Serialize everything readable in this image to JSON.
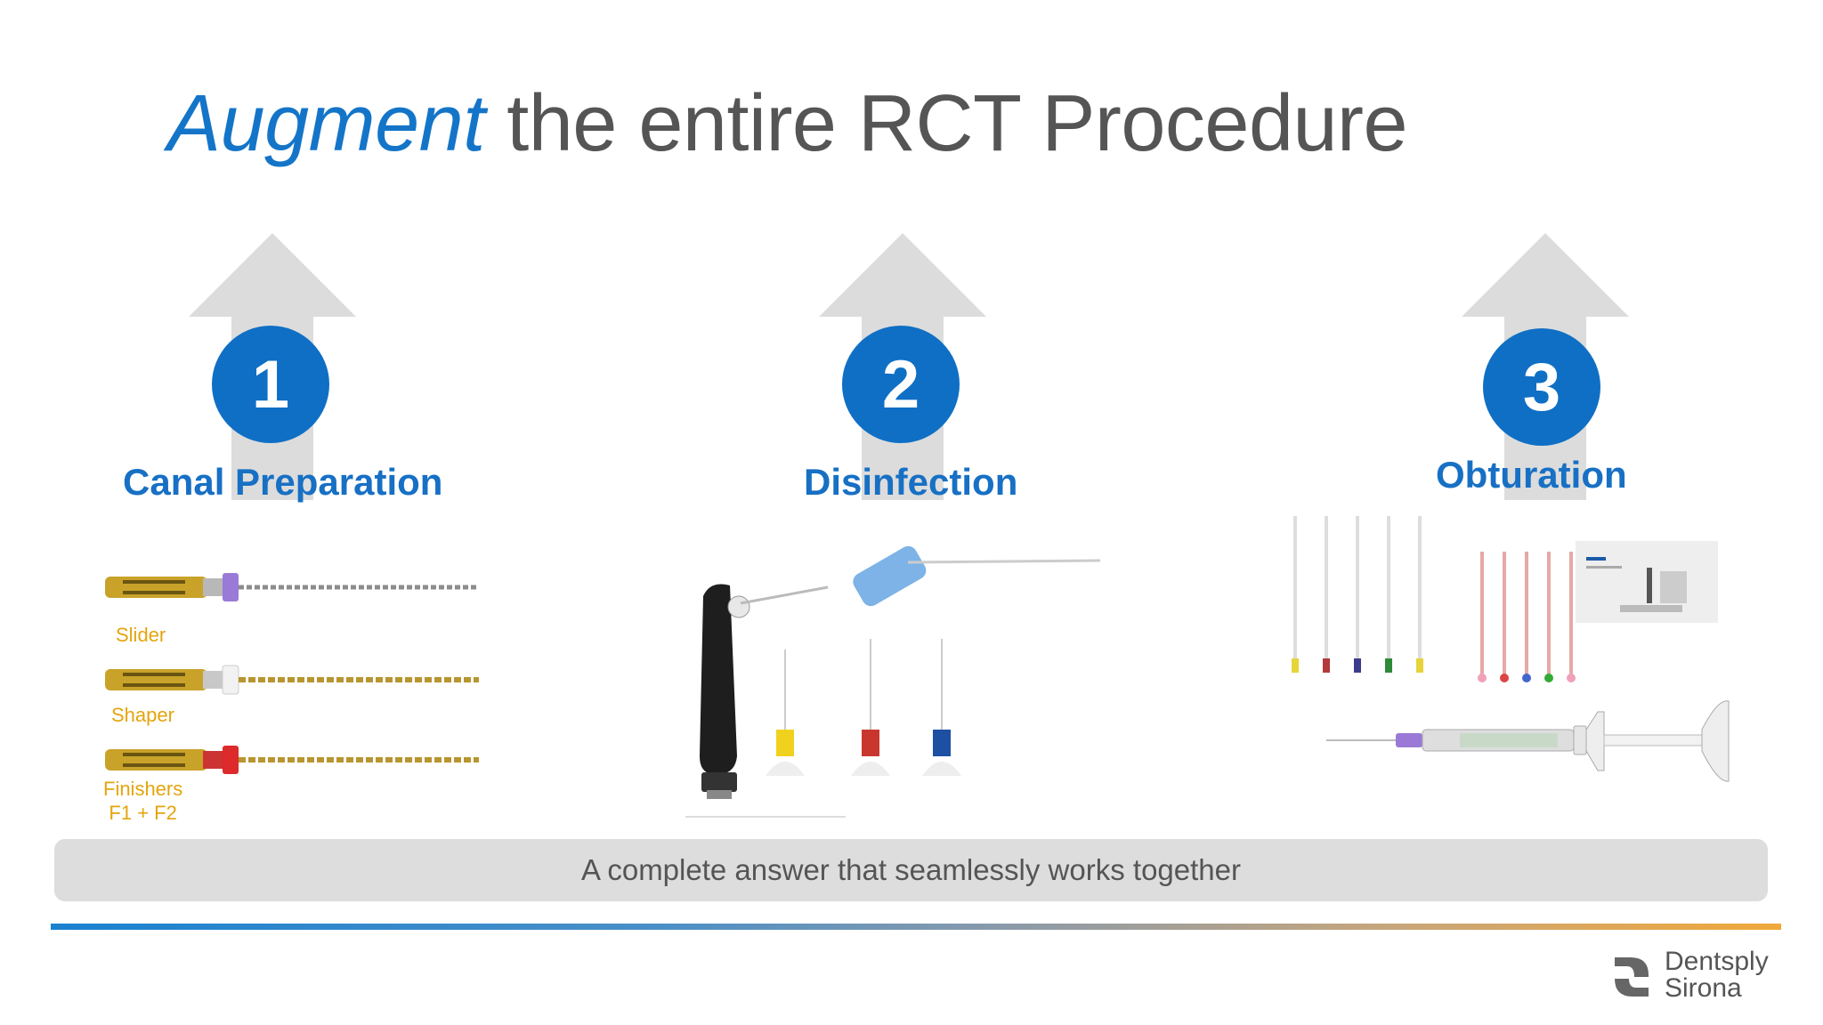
{
  "title": {
    "accent": "Augment",
    "rest": " the entire RCT Procedure"
  },
  "steps": [
    {
      "number": "1",
      "label": "Canal Preparation"
    },
    {
      "number": "2",
      "label": "Disinfection"
    },
    {
      "number": "3",
      "label": "Obturation"
    }
  ],
  "files": {
    "slider": "Slider",
    "shaper": "Shaper",
    "finishers_line1": "Finishers",
    "finishers_line2": "F1 + F2"
  },
  "banner": "A complete answer that seamlessly works together",
  "logo": {
    "line1": "Dentsply",
    "line2": "Sirona"
  },
  "colors": {
    "accent_blue": "#1475c8",
    "badge_blue": "#0f6fc5",
    "label_gold": "#e4a50e",
    "arrow_gray": "#dcdcdc"
  },
  "icons": {
    "step_arrow": "up-arrow-icon",
    "rotary_file": "rotary-file-icon",
    "irrigation_device": "sonic-activation-handpiece-icon",
    "obturator": "gutta-percha-point-icon",
    "syringe": "sealer-syringe-icon"
  }
}
